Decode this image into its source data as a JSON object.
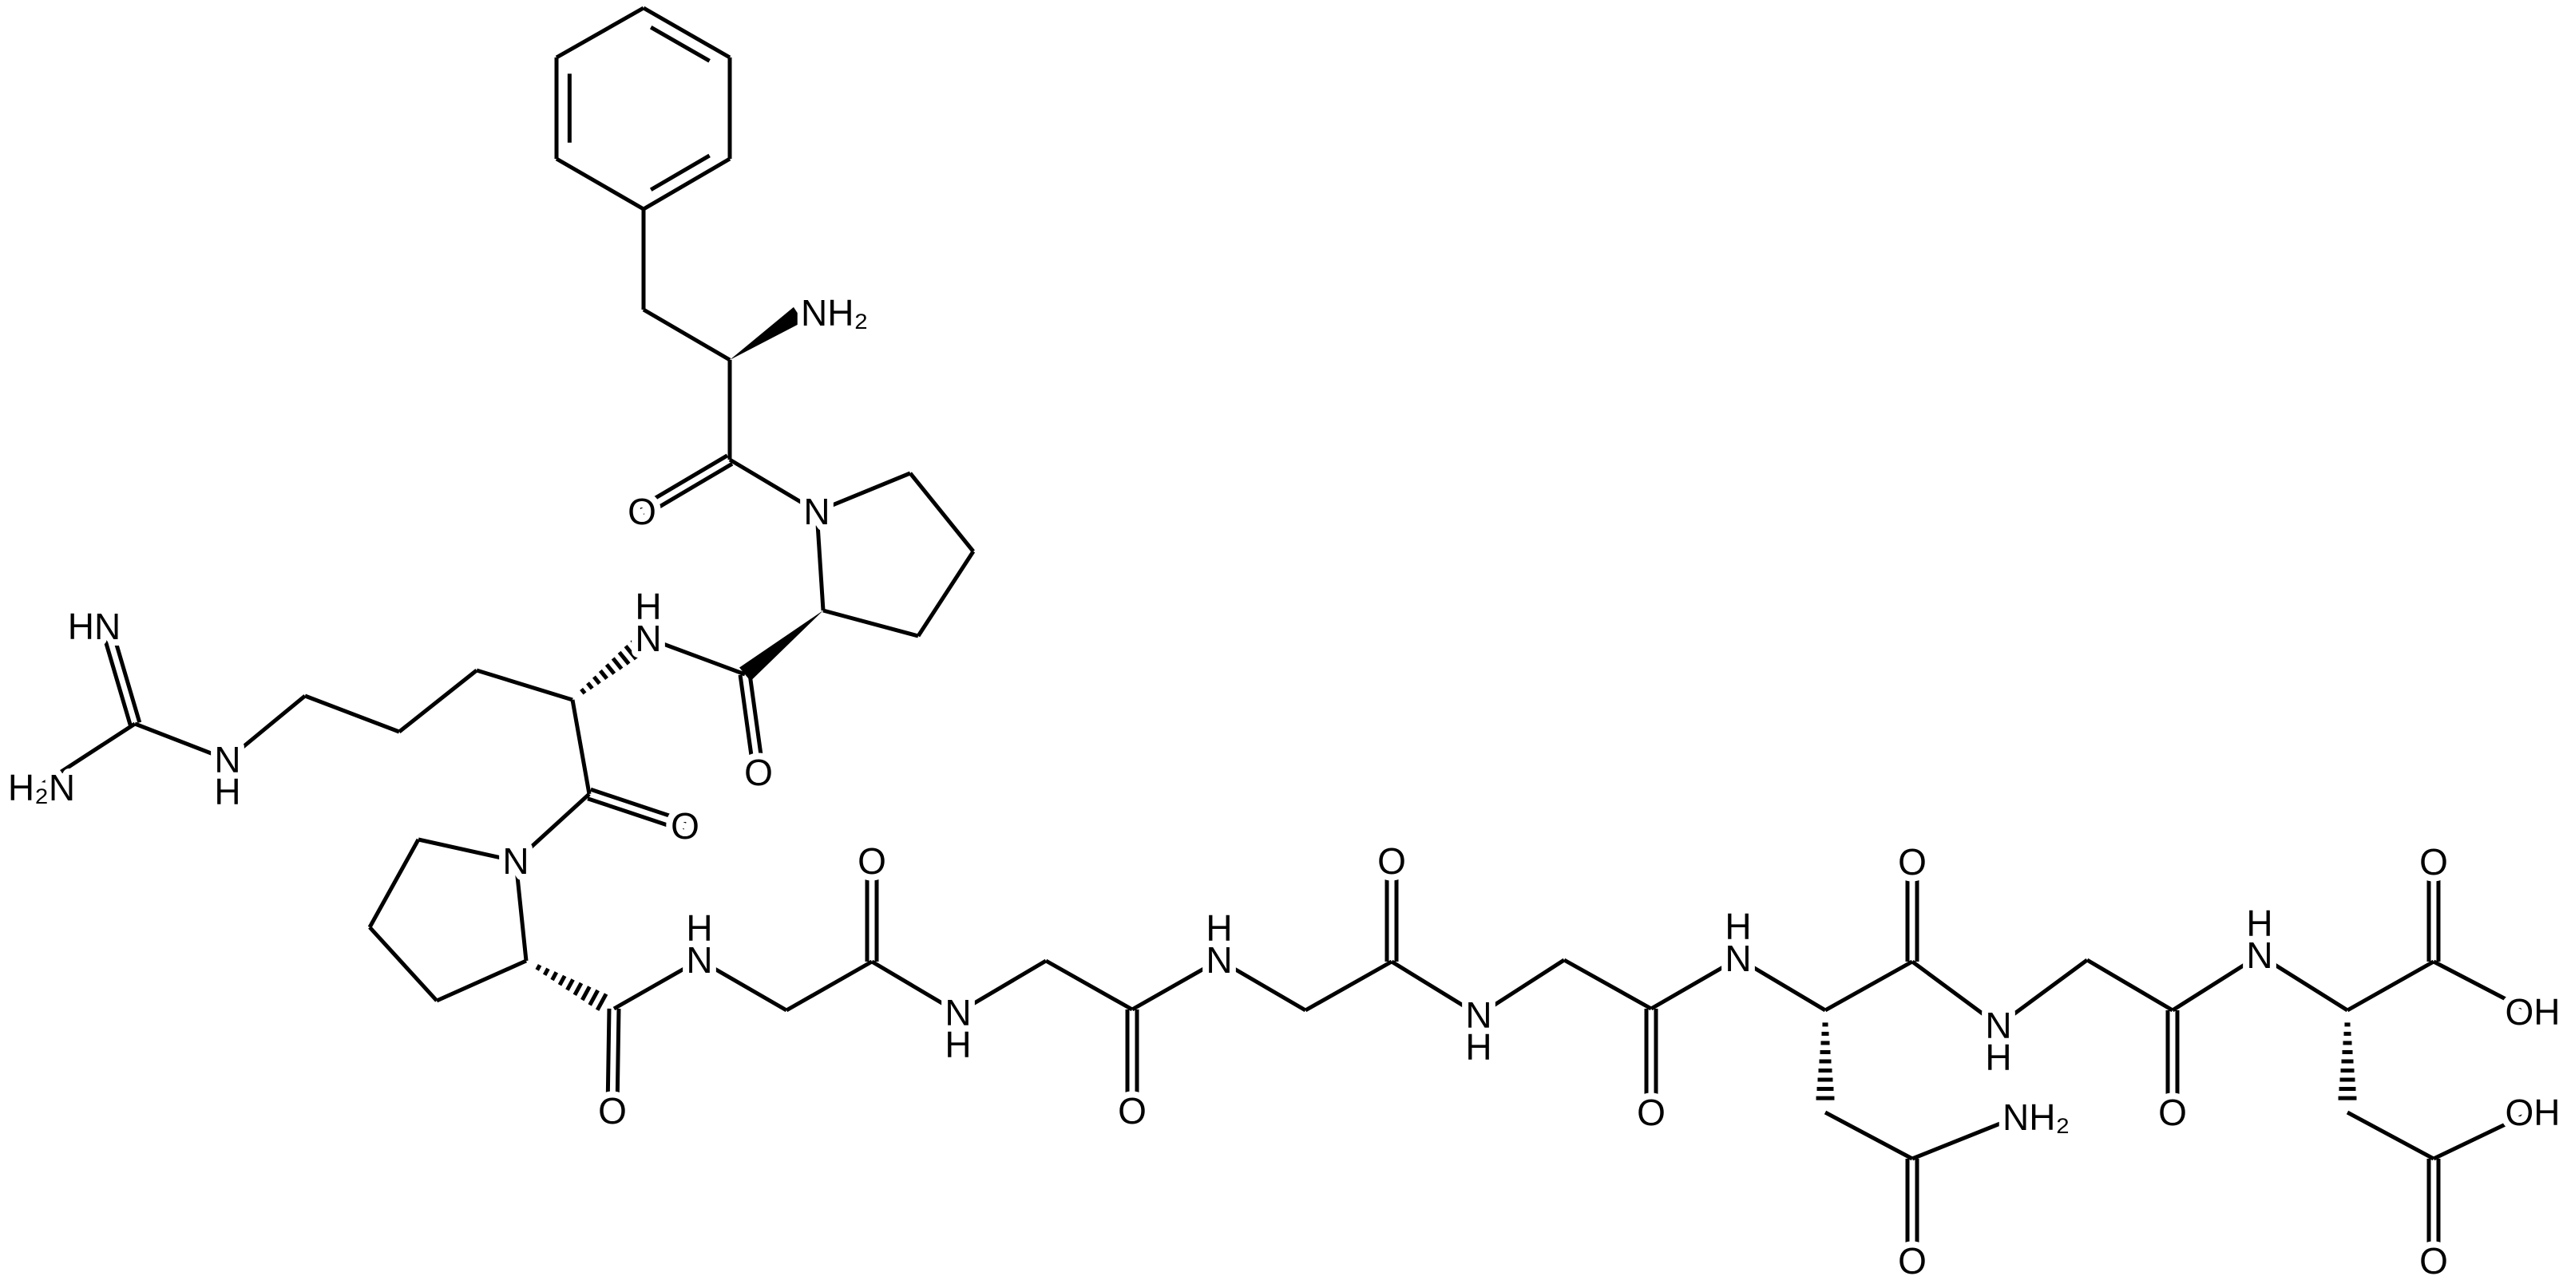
{
  "molecule": {
    "atom_labels": [
      "NH₂",
      "O",
      "N",
      "O",
      "N",
      "H",
      "HN",
      "H₂N",
      "N",
      "H",
      "O",
      "N",
      "O",
      "N",
      "H",
      "O",
      "N",
      "H",
      "O",
      "N",
      "H",
      "O",
      "N",
      "H",
      "O",
      "N",
      "H",
      "O",
      "N",
      "H",
      "O",
      "N",
      "H",
      "O",
      "OH",
      "NH₂",
      "O",
      "OH",
      "O"
    ],
    "colors": {
      "ink": "#000000",
      "background": "#ffffff"
    }
  }
}
